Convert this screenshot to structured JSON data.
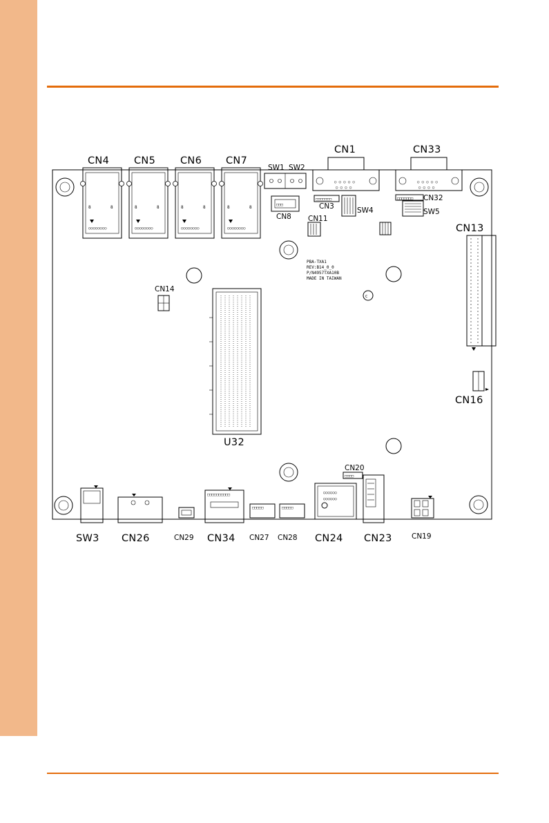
{
  "colors": {
    "accent": "#E46C0A",
    "side_band": "#F2B88A"
  },
  "board": {
    "silkscreen": [
      "PBA-TXA1",
      "REV:B14_0_0",
      "P/N4957TXA10B",
      "MADE IN TAIWAN"
    ]
  },
  "labels": {
    "cn4": "CN4",
    "cn5": "CN5",
    "cn6": "CN6",
    "cn7": "CN7",
    "sw1": "SW1",
    "sw2": "SW2",
    "cn1": "CN1",
    "cn33": "CN33",
    "cn3": "CN3",
    "sw4": "SW4",
    "cn32": "CN32",
    "sw5": "SW5",
    "cn8": "CN8",
    "cn11": "CN11",
    "cn13": "CN13",
    "cn14": "CN14",
    "u32": "U32",
    "cn16": "CN16",
    "cn20": "CN20",
    "sw3": "SW3",
    "cn26": "CN26",
    "cn29": "CN29",
    "cn34": "CN34",
    "cn27": "CN27",
    "cn28": "CN28",
    "cn24": "CN24",
    "cn23": "CN23",
    "cn19": "CN19"
  }
}
